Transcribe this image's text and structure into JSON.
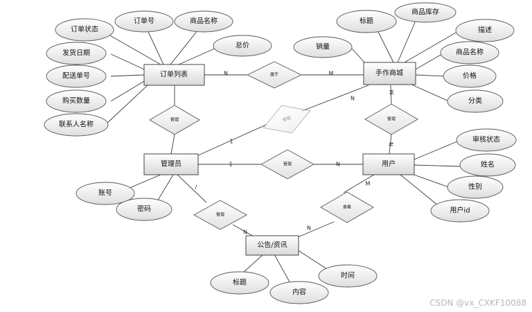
{
  "entities": {
    "order_list": "订单列表",
    "handicraft_mall": "手作商城",
    "admin": "管理员",
    "user": "用户",
    "notice": "公告/资讯"
  },
  "relationships": {
    "belongs_to": "属于",
    "manage_order": "管理",
    "manage_mall": "管理",
    "manage_user": "管理",
    "manage_notice": "管理",
    "mall_user": "管理",
    "view": "查看"
  },
  "attributes": {
    "order_status": "订单状态",
    "order_no": "订单号",
    "order_product_name": "商品名称",
    "total_price": "总价",
    "ship_date": "发货日期",
    "delivery_no": "配送单号",
    "purchase_qty": "购买数量",
    "contact_name": "联系人名称",
    "title": "标题",
    "stock": "商品库存",
    "description": "描述",
    "sales": "销量",
    "mall_product_name": "商品名称",
    "price": "价格",
    "category": "分类",
    "audit_status": "审核状态",
    "name": "姓名",
    "gender": "性别",
    "user_id": "用户id",
    "account": "账号",
    "password": "密码",
    "notice_title": "标题",
    "content": "内容",
    "time": "时间"
  },
  "cardinalities": {
    "order_belongs": "N",
    "mall_belongs": "M",
    "mall_top": "M",
    "mall_bottom": "N",
    "user_top": "N",
    "admin_mall": "1",
    "mall_admin": "N",
    "admin_user": "1",
    "user_admin": "N",
    "admin_notice": "/",
    "notice_admin": "N",
    "notice_view": "N",
    "user_view": "M"
  },
  "watermark": "CSDN @vx_CXKF10088"
}
